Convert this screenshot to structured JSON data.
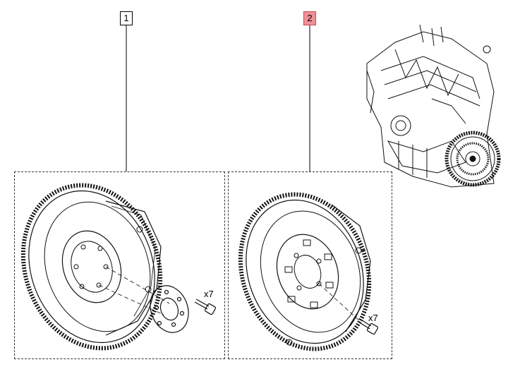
{
  "callouts": [
    {
      "label": "1",
      "highlighted": false,
      "highlight_color": "#f08f97"
    },
    {
      "label": "2",
      "highlighted": true,
      "highlight_color": "#f08f97"
    }
  ],
  "parts": [
    {
      "name": "clutch-flywheel-single-mass",
      "bolt_quantity": "x7"
    },
    {
      "name": "dual-mass-flywheel",
      "bolt_quantity": "x7"
    }
  ],
  "reference_image": "engine-block-icon"
}
